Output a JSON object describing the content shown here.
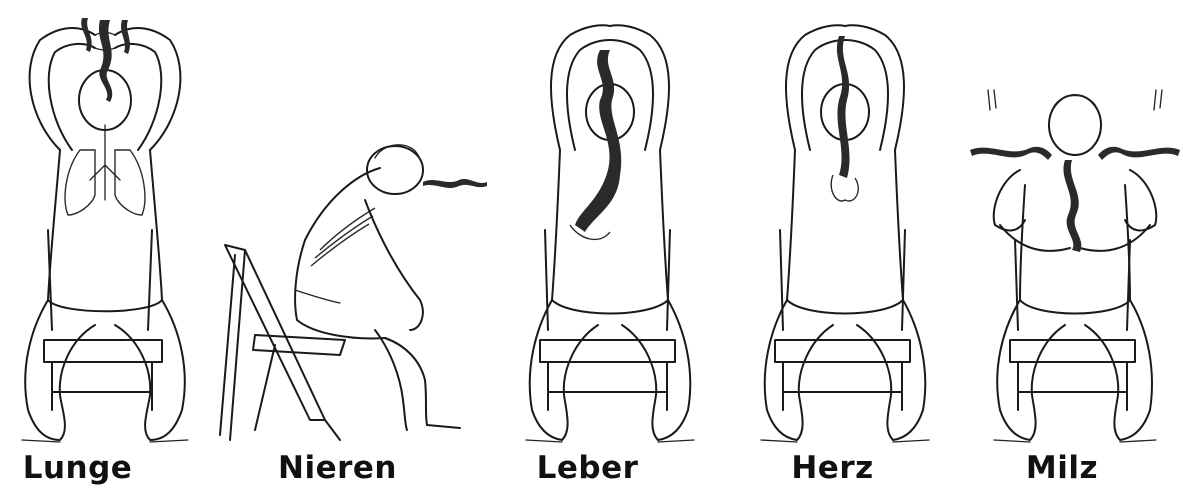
{
  "panels": [
    {
      "label": "Lunge",
      "icon": "lung-exercise-figure"
    },
    {
      "label": "Nieren",
      "icon": "kidney-exercise-figure"
    },
    {
      "label": "Leber",
      "icon": "liver-exercise-figure"
    },
    {
      "label": "Herz",
      "icon": "heart-exercise-figure"
    },
    {
      "label": "Milz",
      "icon": "spleen-exercise-figure"
    }
  ]
}
